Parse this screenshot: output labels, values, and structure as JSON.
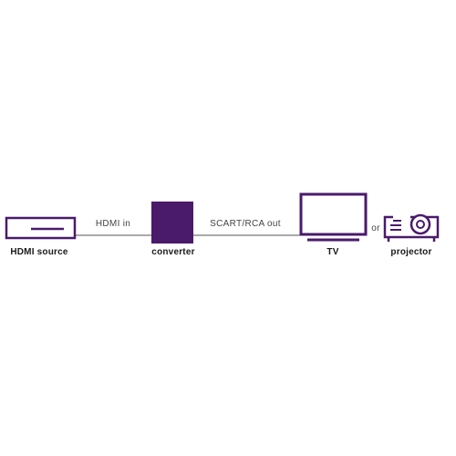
{
  "colors": {
    "accent": "#4a1a6b",
    "line": "#555555",
    "text": "#1a1a1a"
  },
  "nodes": {
    "hdmi_source": {
      "label": "HDMI source",
      "icon": "hdmi-source-box-icon"
    },
    "converter": {
      "label": "converter",
      "icon": "converter-box-icon"
    },
    "tv": {
      "label": "TV",
      "icon": "tv-icon"
    },
    "projector": {
      "label": "projector",
      "icon": "projector-icon"
    }
  },
  "edges": {
    "hdmi_in": "HDMI in",
    "scart_out": "SCART/RCA out"
  },
  "or_text": "or"
}
